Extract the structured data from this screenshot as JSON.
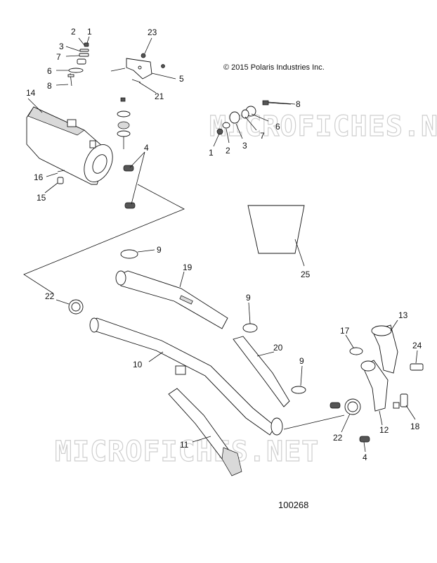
{
  "copyright": "© 2015 Polaris Industries Inc.",
  "watermark": "MICROFICHES.NET",
  "diagram_number": "100268",
  "callouts": [
    {
      "id": "c01",
      "text": "2"
    },
    {
      "id": "c02",
      "text": "1"
    },
    {
      "id": "c03",
      "text": "3"
    },
    {
      "id": "c04",
      "text": "7"
    },
    {
      "id": "c05",
      "text": "6"
    },
    {
      "id": "c06",
      "text": "8"
    },
    {
      "id": "c07",
      "text": "23"
    },
    {
      "id": "c08",
      "text": "5"
    },
    {
      "id": "c09",
      "text": "21"
    },
    {
      "id": "c10",
      "text": "14"
    },
    {
      "id": "c11",
      "text": "4"
    },
    {
      "id": "c12",
      "text": "16"
    },
    {
      "id": "c13",
      "text": "15"
    },
    {
      "id": "c14",
      "text": "8"
    },
    {
      "id": "c15",
      "text": "6"
    },
    {
      "id": "c16",
      "text": "7"
    },
    {
      "id": "c17",
      "text": "3"
    },
    {
      "id": "c18",
      "text": "2"
    },
    {
      "id": "c19",
      "text": "1"
    },
    {
      "id": "c20",
      "text": "9"
    },
    {
      "id": "c21",
      "text": "19"
    },
    {
      "id": "c22",
      "text": "25"
    },
    {
      "id": "c23",
      "text": "22"
    },
    {
      "id": "c24",
      "text": "9"
    },
    {
      "id": "c25",
      "text": "10"
    },
    {
      "id": "c26",
      "text": "20"
    },
    {
      "id": "c27",
      "text": "9"
    },
    {
      "id": "c28",
      "text": "17"
    },
    {
      "id": "c29",
      "text": "13"
    },
    {
      "id": "c30",
      "text": "24"
    },
    {
      "id": "c31",
      "text": "11"
    },
    {
      "id": "c32",
      "text": "22"
    },
    {
      "id": "c33",
      "text": "12"
    },
    {
      "id": "c34",
      "text": "18"
    },
    {
      "id": "c35",
      "text": "4"
    }
  ]
}
